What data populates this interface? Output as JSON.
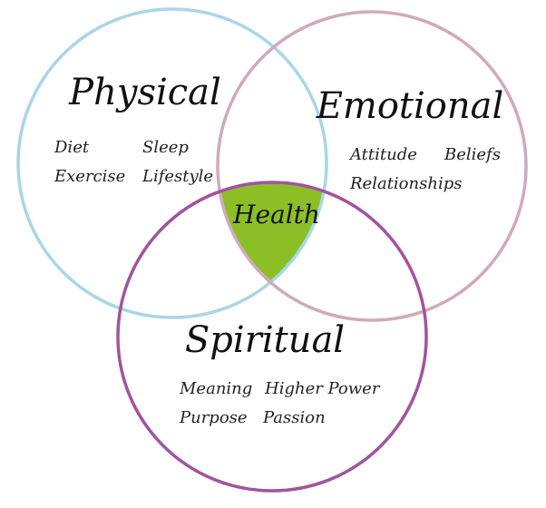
{
  "diagram": {
    "center_label": "Health",
    "circles": {
      "physical": {
        "title": "Physical",
        "items": [
          "Diet",
          "Sleep",
          "Exercise",
          "Lifestyle"
        ],
        "stroke": "#a9d6e8"
      },
      "emotional": {
        "title": "Emotional",
        "items": [
          "Attitude",
          "Beliefs",
          "Relationships"
        ],
        "stroke": "#cfaabb"
      },
      "spiritual": {
        "title": "Spiritual",
        "items": [
          "Meaning",
          "Higher Power",
          "Purpose",
          "Passion"
        ],
        "stroke": "#a0549e"
      }
    },
    "center_fill": "#8cbf26"
  }
}
